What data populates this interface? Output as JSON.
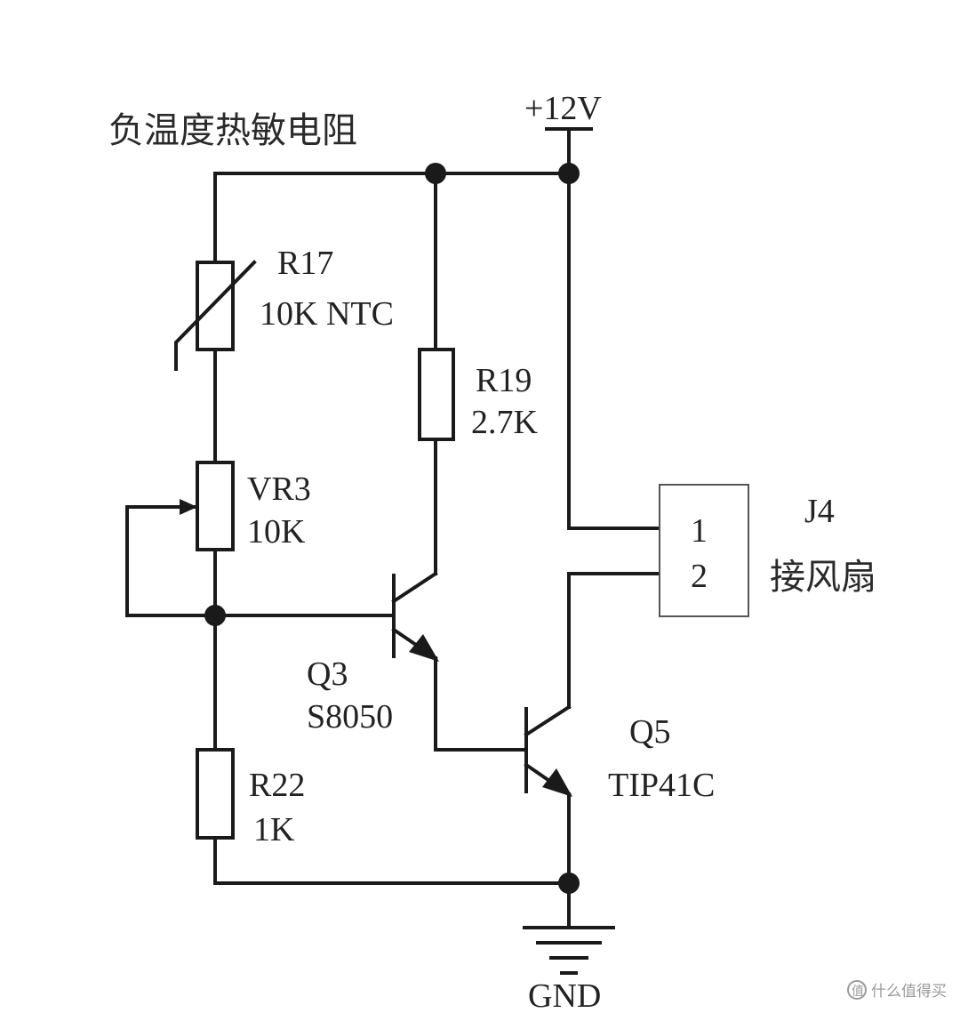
{
  "title": "负温度热敏电阻",
  "supply_label": "+12V",
  "ground_label": "GND",
  "components": {
    "r17": {
      "ref": "R17",
      "value": "10K NTC"
    },
    "r19": {
      "ref": "R19",
      "value": "2.7K"
    },
    "vr3": {
      "ref": "VR3",
      "value": "10K"
    },
    "r22": {
      "ref": "R22",
      "value": "1K"
    },
    "q3": {
      "ref": "Q3",
      "value": "S8050"
    },
    "q5": {
      "ref": "Q5",
      "value": "TIP41C"
    },
    "j4": {
      "ref": "J4",
      "desc": "接风扇",
      "pin1": "1",
      "pin2": "2"
    }
  },
  "watermark": {
    "icon": "zhide-logo-icon",
    "text": "什么值得买"
  }
}
